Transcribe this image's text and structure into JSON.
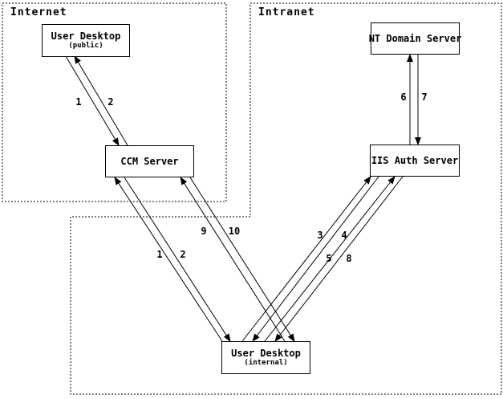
{
  "diagram": {
    "background": "#ffffff",
    "line_color": "#000000",
    "regions": {
      "internet": {
        "label": "Internet"
      },
      "intranet": {
        "label": "Intranet"
      }
    },
    "nodes": {
      "user_desktop_public": {
        "title": "User Desktop",
        "subtitle": "(public)"
      },
      "ccm_server": {
        "title": "CCM Server"
      },
      "nt_domain_server": {
        "title": "NT Domain Server"
      },
      "iis_auth_server": {
        "title": "IIS Auth Server"
      },
      "user_desktop_internal": {
        "title": "User Desktop",
        "subtitle": "(internal)"
      }
    },
    "flow_labels": {
      "public_to_ccm_1": "1",
      "ccm_to_public_2": "2",
      "internal_to_ccm_1": "1",
      "ccm_to_internal_2": "2",
      "internal_to_ccm_9": "9",
      "ccm_to_internal_10": "10",
      "internal_to_iis_3": "3",
      "iis_to_internal_4": "4",
      "internal_to_iis_5": "5",
      "iis_to_internal_8": "8",
      "iis_to_nt_6": "6",
      "nt_to_iis_7": "7"
    }
  }
}
